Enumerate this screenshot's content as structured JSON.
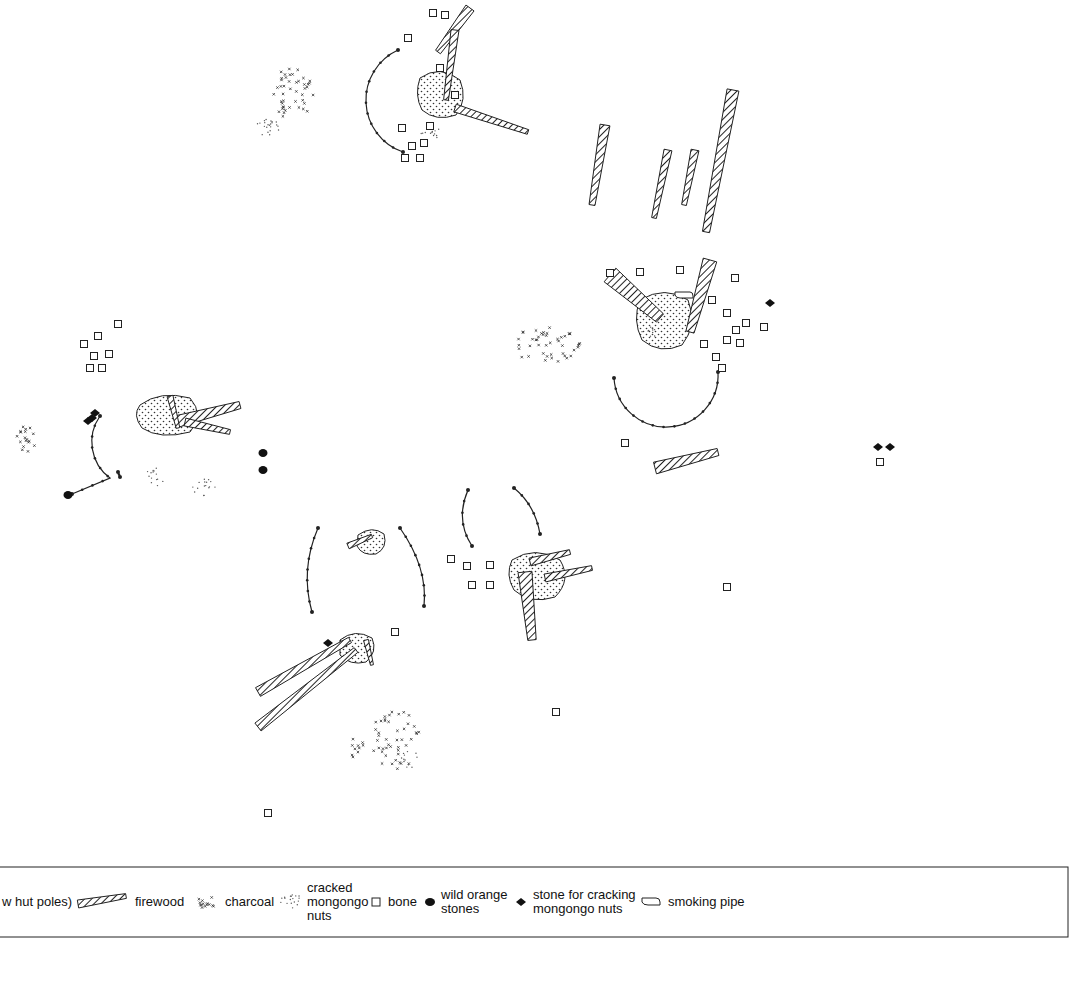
{
  "diagram": {
    "legend": [
      {
        "text": "w hut poles)"
      },
      {
        "text": "firewood"
      },
      {
        "text": "charcoal"
      },
      {
        "text": "cracked mongongo nuts"
      },
      {
        "text": "bone"
      },
      {
        "text": "wild orange stones"
      },
      {
        "text": "stone for cracking mongongo nuts"
      },
      {
        "text": "smoking pipe"
      }
    ]
  }
}
